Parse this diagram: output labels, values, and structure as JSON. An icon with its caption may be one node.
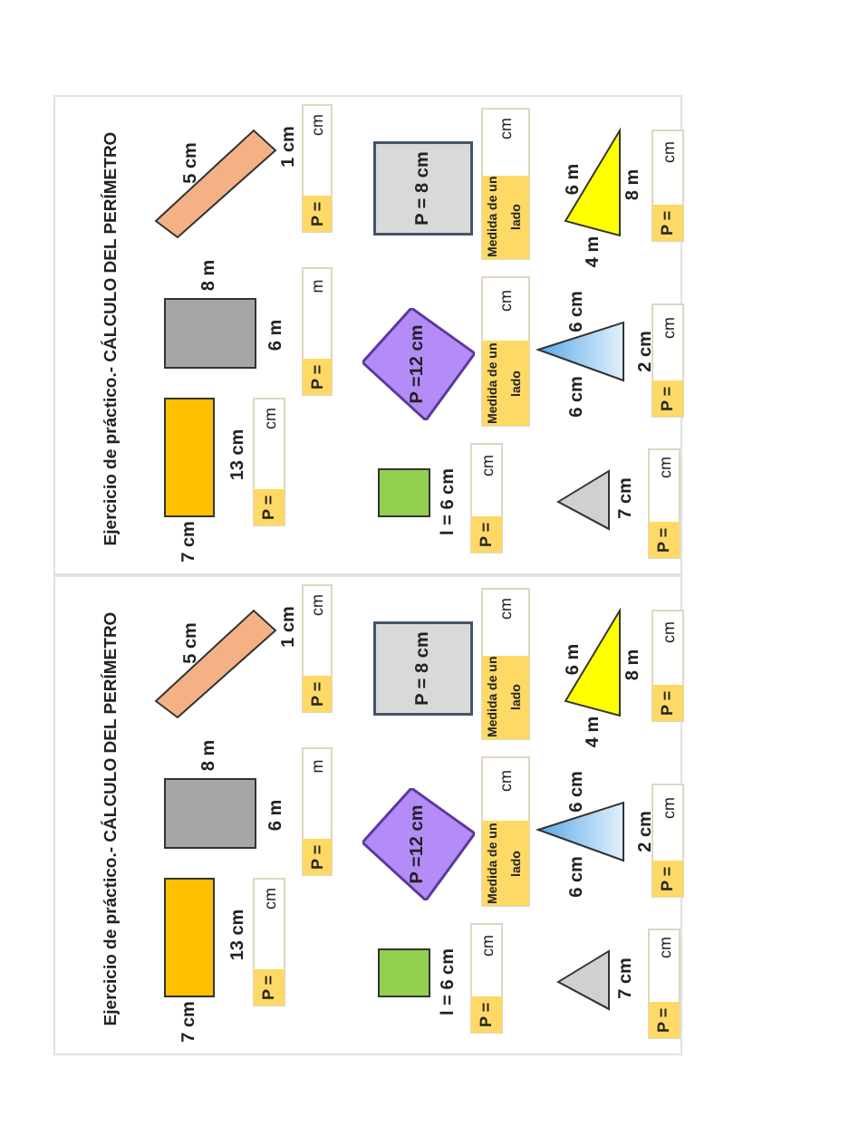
{
  "diagram": {
    "nodes": [
      {
        "text": [
          "P =12 cm"
        ]
      },
      {
        "text": [
          "P = 8 cm"
        ]
      },
      {
        "text": [
          "P =12 cm"
        ]
      },
      {
        "text": [
          "P = 8 cm"
        ]
      }
    ],
    "labels": [
      "Ejercicio de práctico.- CÁLCULO DEL PERÍMETRO",
      "7 cm",
      "13 cm",
      "P =",
      "cm",
      "8 m",
      "6 m",
      "P =",
      "m",
      "5 cm",
      "1 cm",
      "P =",
      "cm",
      "l = 6 cm",
      "P =",
      "cm",
      "Medida de un lado",
      "cm",
      "Medida de un lado",
      "cm",
      "7 cm",
      "P =",
      "cm",
      "6 cm",
      "6 cm",
      "2 cm",
      "P =",
      "cm",
      "4 m",
      "6 m",
      "8 m",
      "P =",
      "cm",
      "Ejercicio de práctico.- CÁLCULO DEL PERÍMETRO",
      "7 cm",
      "13 cm",
      "P =",
      "cm",
      "8 m",
      "6 m",
      "P =",
      "m",
      "5 cm",
      "1 cm",
      "P =",
      "cm",
      "l = 6 cm",
      "P =",
      "cm",
      "Medida de un lado",
      "cm",
      "Medida de un lado",
      "cm",
      "7 cm",
      "P =",
      "cm",
      "6 cm",
      "6 cm",
      "2 cm",
      "P =",
      "cm",
      "4 m",
      "6 m",
      "8 m",
      "P =",
      "cm"
    ]
  }
}
